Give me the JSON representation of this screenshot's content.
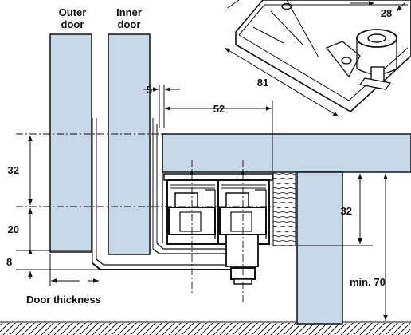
{
  "labels": {
    "outer_door": [
      "Outer",
      "door"
    ],
    "inner_door": [
      "Inner",
      "door"
    ],
    "door_thickness": "Door thickness"
  },
  "dimensions": {
    "d5": "5",
    "d52": "52",
    "d81": "81",
    "d28": "28",
    "d32_left": "32",
    "d20": "20",
    "d8": "8",
    "d32_right": "32",
    "min70": "min. 70"
  },
  "colors": {
    "panel_fill": "#c9d8e8",
    "line": "#111111",
    "background": "#ffffff"
  }
}
